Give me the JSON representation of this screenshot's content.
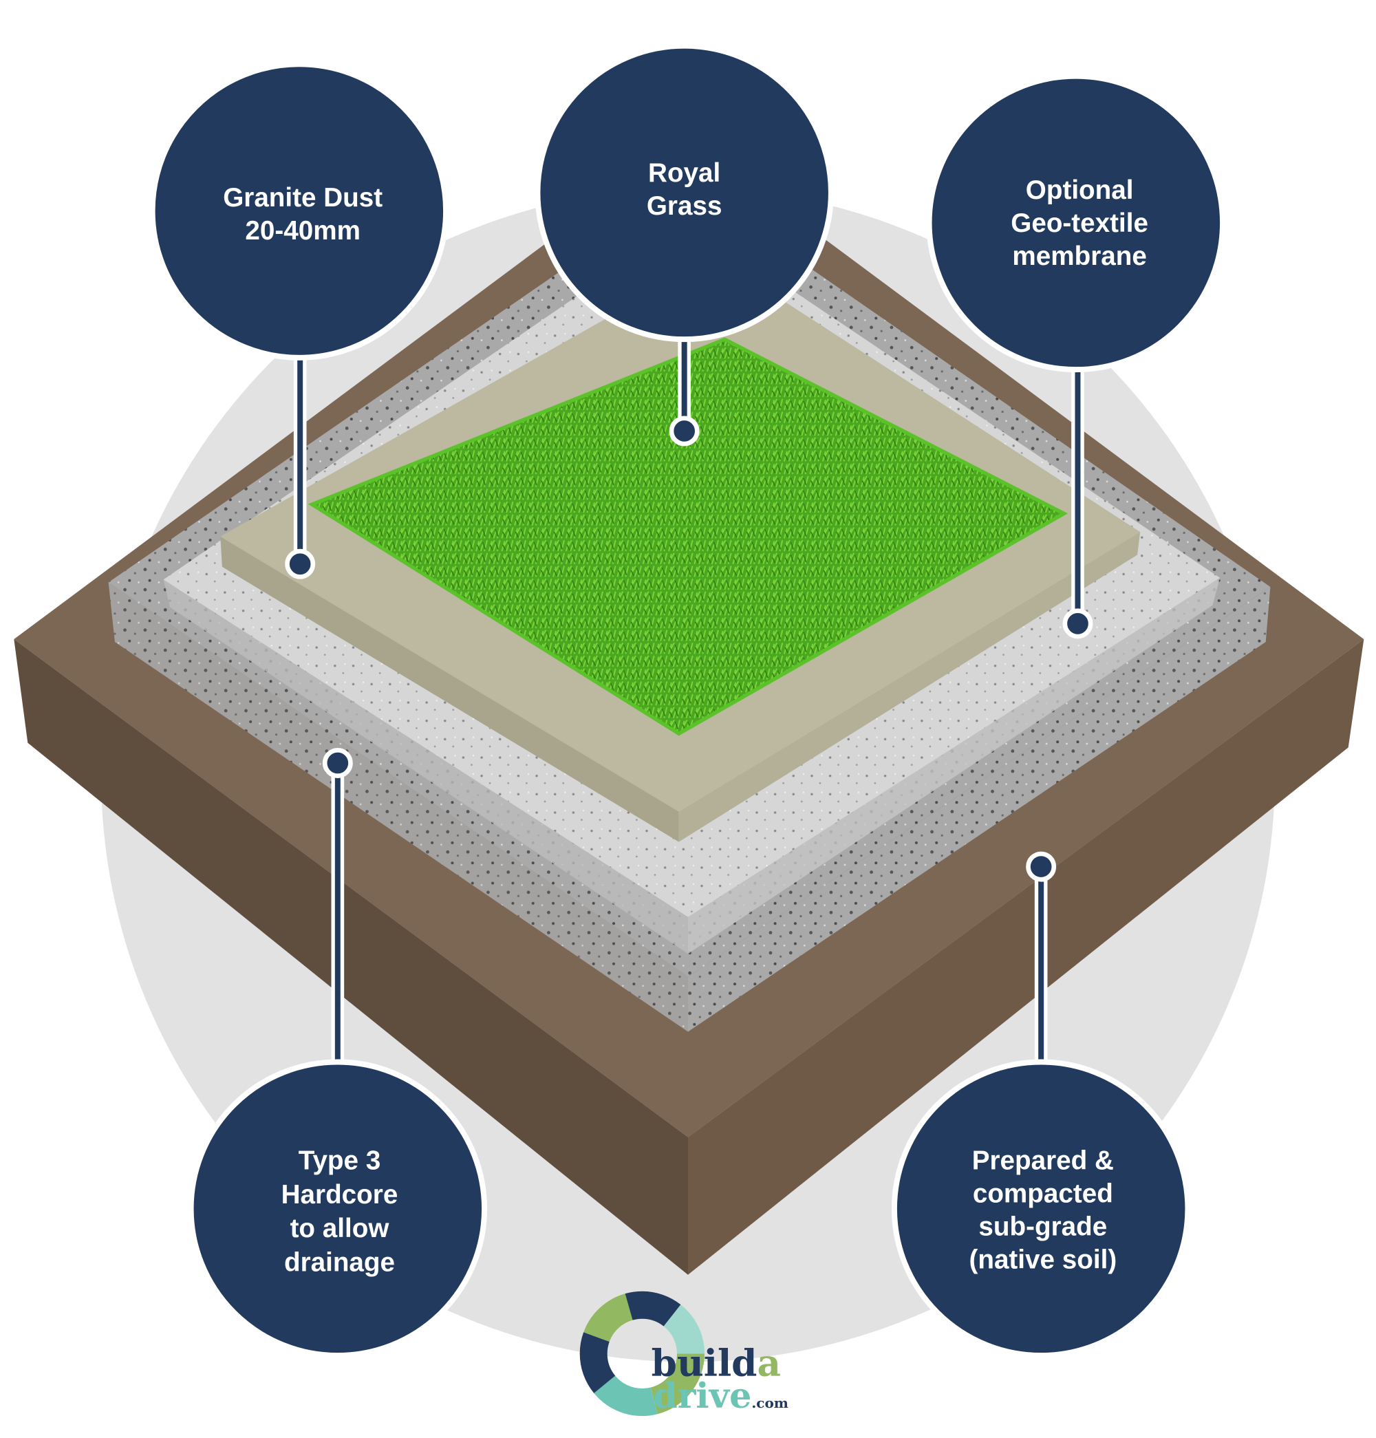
{
  "labels": {
    "granite_dust": [
      "Granite Dust",
      "20-40mm"
    ],
    "royal_grass": [
      "Royal",
      "Grass"
    ],
    "geo_textile": [
      "Optional",
      "Geo-textile",
      "membrane"
    ],
    "type3": [
      "Type 3",
      "Hardcore",
      "to allow",
      "drainage"
    ],
    "subgrade": [
      "Prepared &",
      "compacted",
      "sub-grade",
      "(native soil)"
    ]
  },
  "logo": {
    "build": "build",
    "a": "a",
    "drive": "drive",
    "com": ".com"
  },
  "colors": {
    "navy": "#223a5e",
    "grass": "#4caf1e",
    "soil": "#6e5a47",
    "gravel": "#b9b9b9",
    "dust": "#bcb9a0",
    "bg_circle": "#e2e2e2",
    "logo_green": "#93b862",
    "logo_teal": "#6cc5b4"
  }
}
